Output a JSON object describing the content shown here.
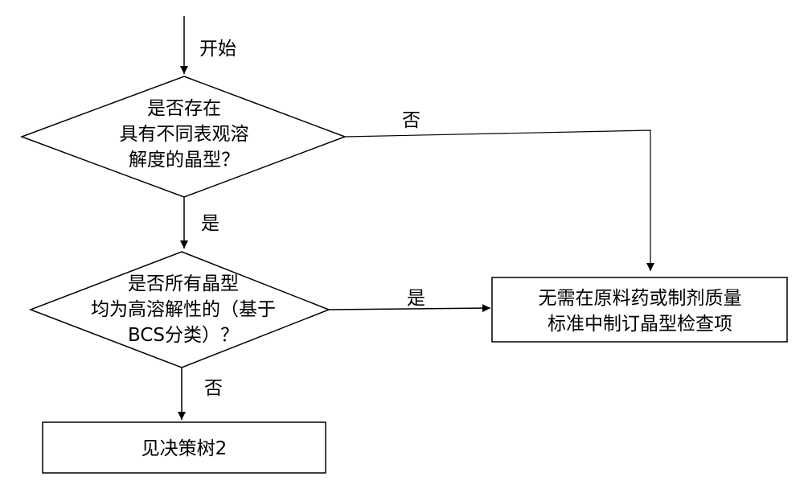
{
  "flowchart": {
    "start_label": "开始",
    "decision1": {
      "lines": [
        "是否存在",
        "具有不同表观溶",
        "解度的晶型？"
      ]
    },
    "decision1_no": "否",
    "decision1_yes": "是",
    "decision2": {
      "lines": [
        "是否所有晶型",
        "均为高溶解性的（基于",
        "BCS分类）？"
      ]
    },
    "decision2_yes": "是",
    "decision2_no": "否",
    "result_box": {
      "lines": [
        "无需在原料药或制剂质量",
        "标准中制订晶型检查项"
      ]
    },
    "tree_box": {
      "label": "见决策树2"
    }
  }
}
